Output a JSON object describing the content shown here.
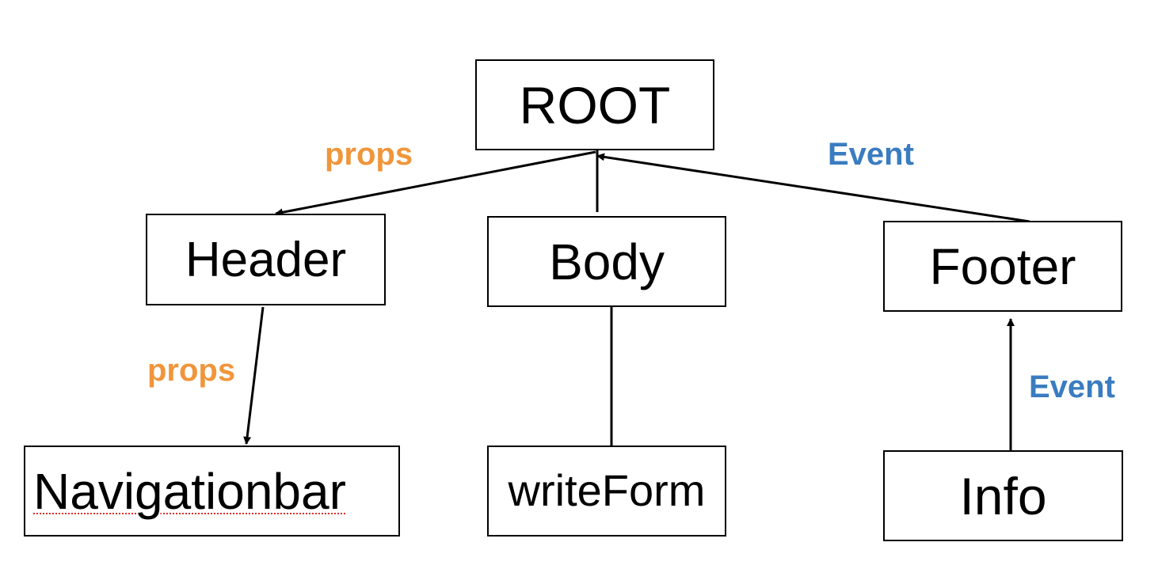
{
  "nodes": {
    "root": "ROOT",
    "header": "Header",
    "body": "Body",
    "footer": "Footer",
    "navigationbar": "Navigationbar",
    "writeform": "writeForm",
    "info": "Info"
  },
  "edge_labels": {
    "root_to_header": "props",
    "header_to_navigationbar": "props",
    "footer_to_root": "Event",
    "info_to_footer": "Event"
  },
  "colors": {
    "props": "#f0953a",
    "event": "#3a7cc0",
    "line": "#000000"
  }
}
